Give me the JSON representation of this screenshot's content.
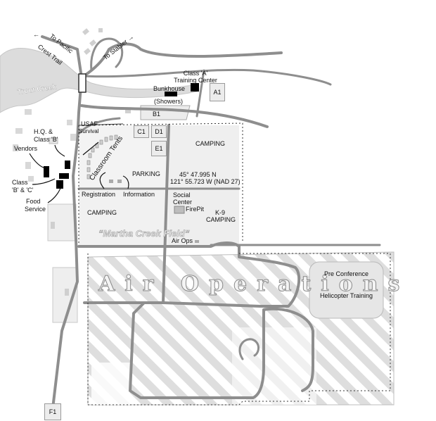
{
  "labels": {
    "to_pacific_crest": "To Pacific Crest Trail",
    "to_pacific_line1": "To Pacific",
    "to_pacific_line2": "Crest Trail",
    "to_stabler": "To Stabler →",
    "trout_creek": "Trout Creek",
    "class_a_line1": "Class 'A'",
    "class_a_line2": "Training Center",
    "bunkhouse": "Bunkhouse",
    "showers": "(Showers)",
    "a1": "A1",
    "b1": "B1",
    "c1": "C1",
    "d1": "D1",
    "e1": "E1",
    "f1": "F1",
    "usaf_line1": "USAF",
    "usaf_line2": "Survival",
    "hq_line1": "H.Q. &",
    "hq_line2": "Class 'B'",
    "vendors": "Vendors",
    "class_bc_line1": "Class",
    "class_bc_line2": "'B' & 'C'",
    "food_line1": "Food",
    "food_line2": "Service",
    "classroom_tents": "Classroom Tents",
    "camping_ne": "CAMPING",
    "parking": "PARKING",
    "coords_line1": "45° 47.995 N",
    "coords_line2": "121° 55.723 W (NAD 27)",
    "registration": "Registration",
    "information": "Information",
    "social_line1": "Social",
    "social_line2": "Center",
    "firepit": "FirePit",
    "camping_w": "CAMPING",
    "k9_line1": "K-9",
    "k9_line2": "CAMPING",
    "martha_creek_field": "“Martha Creek Field”",
    "air_ops": "Air Ops",
    "air_operations": "Air Operations",
    "pre_conf_line1": "Pre Conference",
    "pre_conf_line2": "Helicopter Training"
  },
  "colors": {
    "road": "#8c8c8c",
    "road_outline": "#6f6f6f",
    "building": "#000000",
    "zone_fill": "#ececec",
    "hatch": "#d6d6d6",
    "creek": "#d9d9d9",
    "fence": "#333333"
  }
}
